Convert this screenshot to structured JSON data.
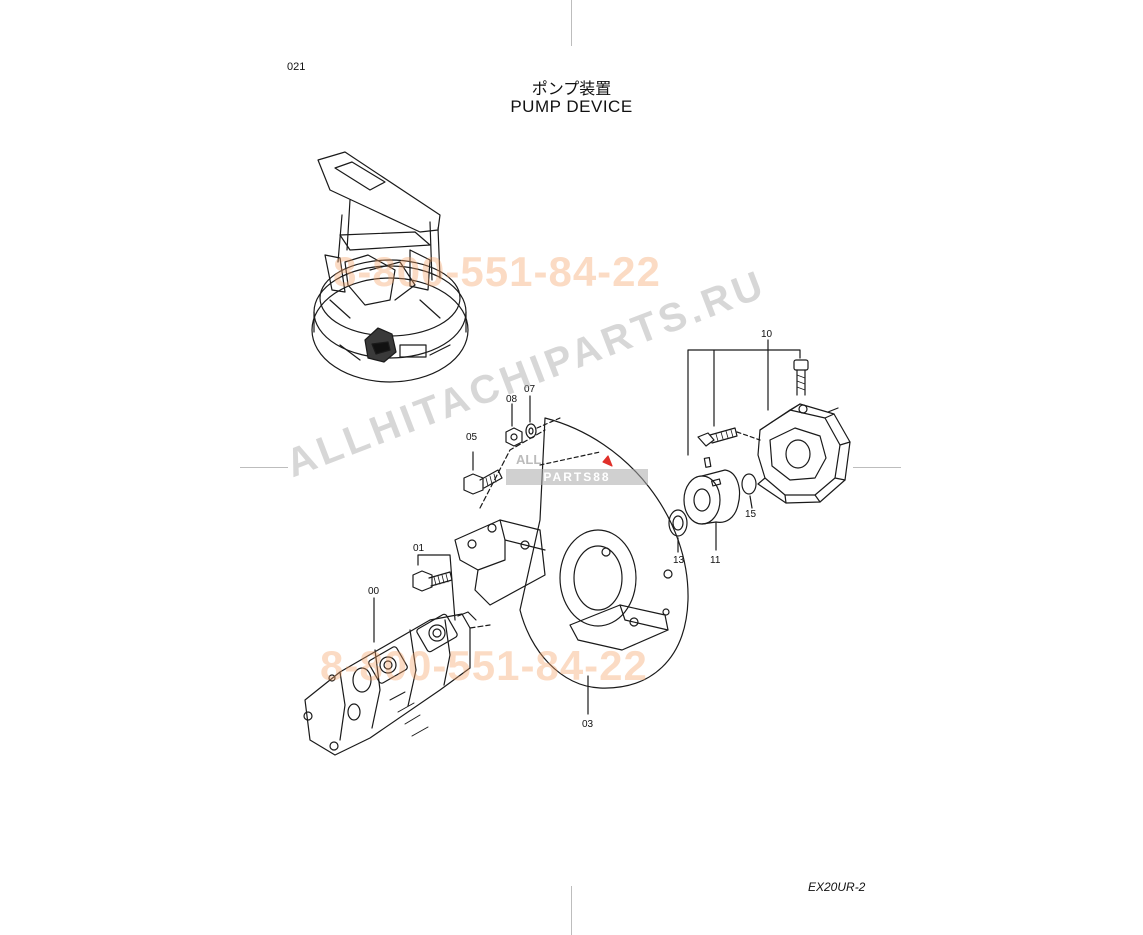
{
  "page": {
    "number": "021",
    "model": "EX20UR-2"
  },
  "title": {
    "japanese": "ポンプ装置",
    "english": "PUMP  DEVICE"
  },
  "callouts": [
    {
      "id": "00",
      "label": "00"
    },
    {
      "id": "01",
      "label": "01"
    },
    {
      "id": "03",
      "label": "03"
    },
    {
      "id": "05",
      "label": "05"
    },
    {
      "id": "07",
      "label": "07"
    },
    {
      "id": "08",
      "label": "08"
    },
    {
      "id": "10",
      "label": "10"
    },
    {
      "id": "11",
      "label": "11"
    },
    {
      "id": "13",
      "label": "13"
    },
    {
      "id": "15",
      "label": "15"
    }
  ],
  "watermarks": {
    "phone": "8-800-551-84-22",
    "brand": "ALLHITACHIPARTS.RU",
    "badge_top": "ALL",
    "badge_bottom": "PARTS88"
  },
  "colors": {
    "line": "#1a1a1a",
    "watermark_orange": "#f4a064",
    "watermark_gray": "#a0a0a0",
    "highlight": "#e0302a"
  }
}
